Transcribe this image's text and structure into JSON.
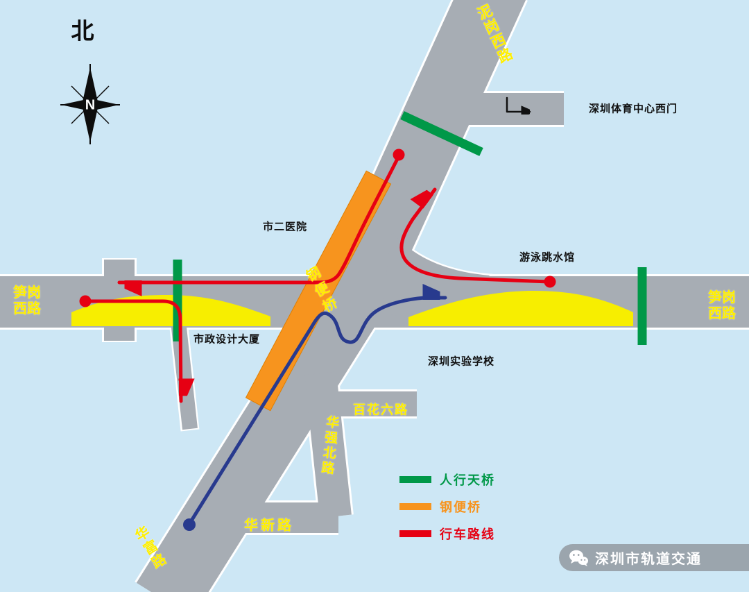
{
  "colors": {
    "background": "#cde7f5",
    "road_gray": "#a7adb4",
    "road_casing": "#ffffff",
    "closed_lane_yellow": "#f7ee00",
    "pedestrian_bridge_green": "#009848",
    "steel_bridge_orange": "#f7941e",
    "vehicle_route_red": "#e60013",
    "vehicle_route_blue": "#283a8e",
    "road_label_yellow": "#ffef00",
    "watermark_gray": "#979fa7"
  },
  "compass": {
    "north_label": "北",
    "letter": "N"
  },
  "road_labels": {
    "nigang_west_road": "泥岗西路",
    "sungang_west_road_left": [
      "笋岗",
      "西路"
    ],
    "sungang_west_road_right": [
      "笋岗",
      "西路"
    ],
    "steel_bridge": "钢便桥",
    "baihua_6th_road": "百花六路",
    "huaqiang_north_road": "华强北路",
    "huaxin_road": "华新路",
    "huafu_road": "华富路"
  },
  "poi_labels": {
    "sports_center_west_gate": "深圳体育中心西门",
    "second_city_hospital": "市二医院",
    "swimming_diving_hall": "游泳跳水馆",
    "municipal_design_building": "市政设计大厦",
    "shenzhen_experimental_school": "深圳实验学校"
  },
  "legend": {
    "items": [
      {
        "key": "pedestrian-bridge",
        "label": "人行天桥",
        "color": "#009848"
      },
      {
        "key": "steel-bridge",
        "label": "钢便桥",
        "color": "#f7941e"
      },
      {
        "key": "vehicle-route",
        "label": "行车路线",
        "color": "#e60013"
      }
    ]
  },
  "watermark": {
    "source": "深圳市轨道交通"
  }
}
